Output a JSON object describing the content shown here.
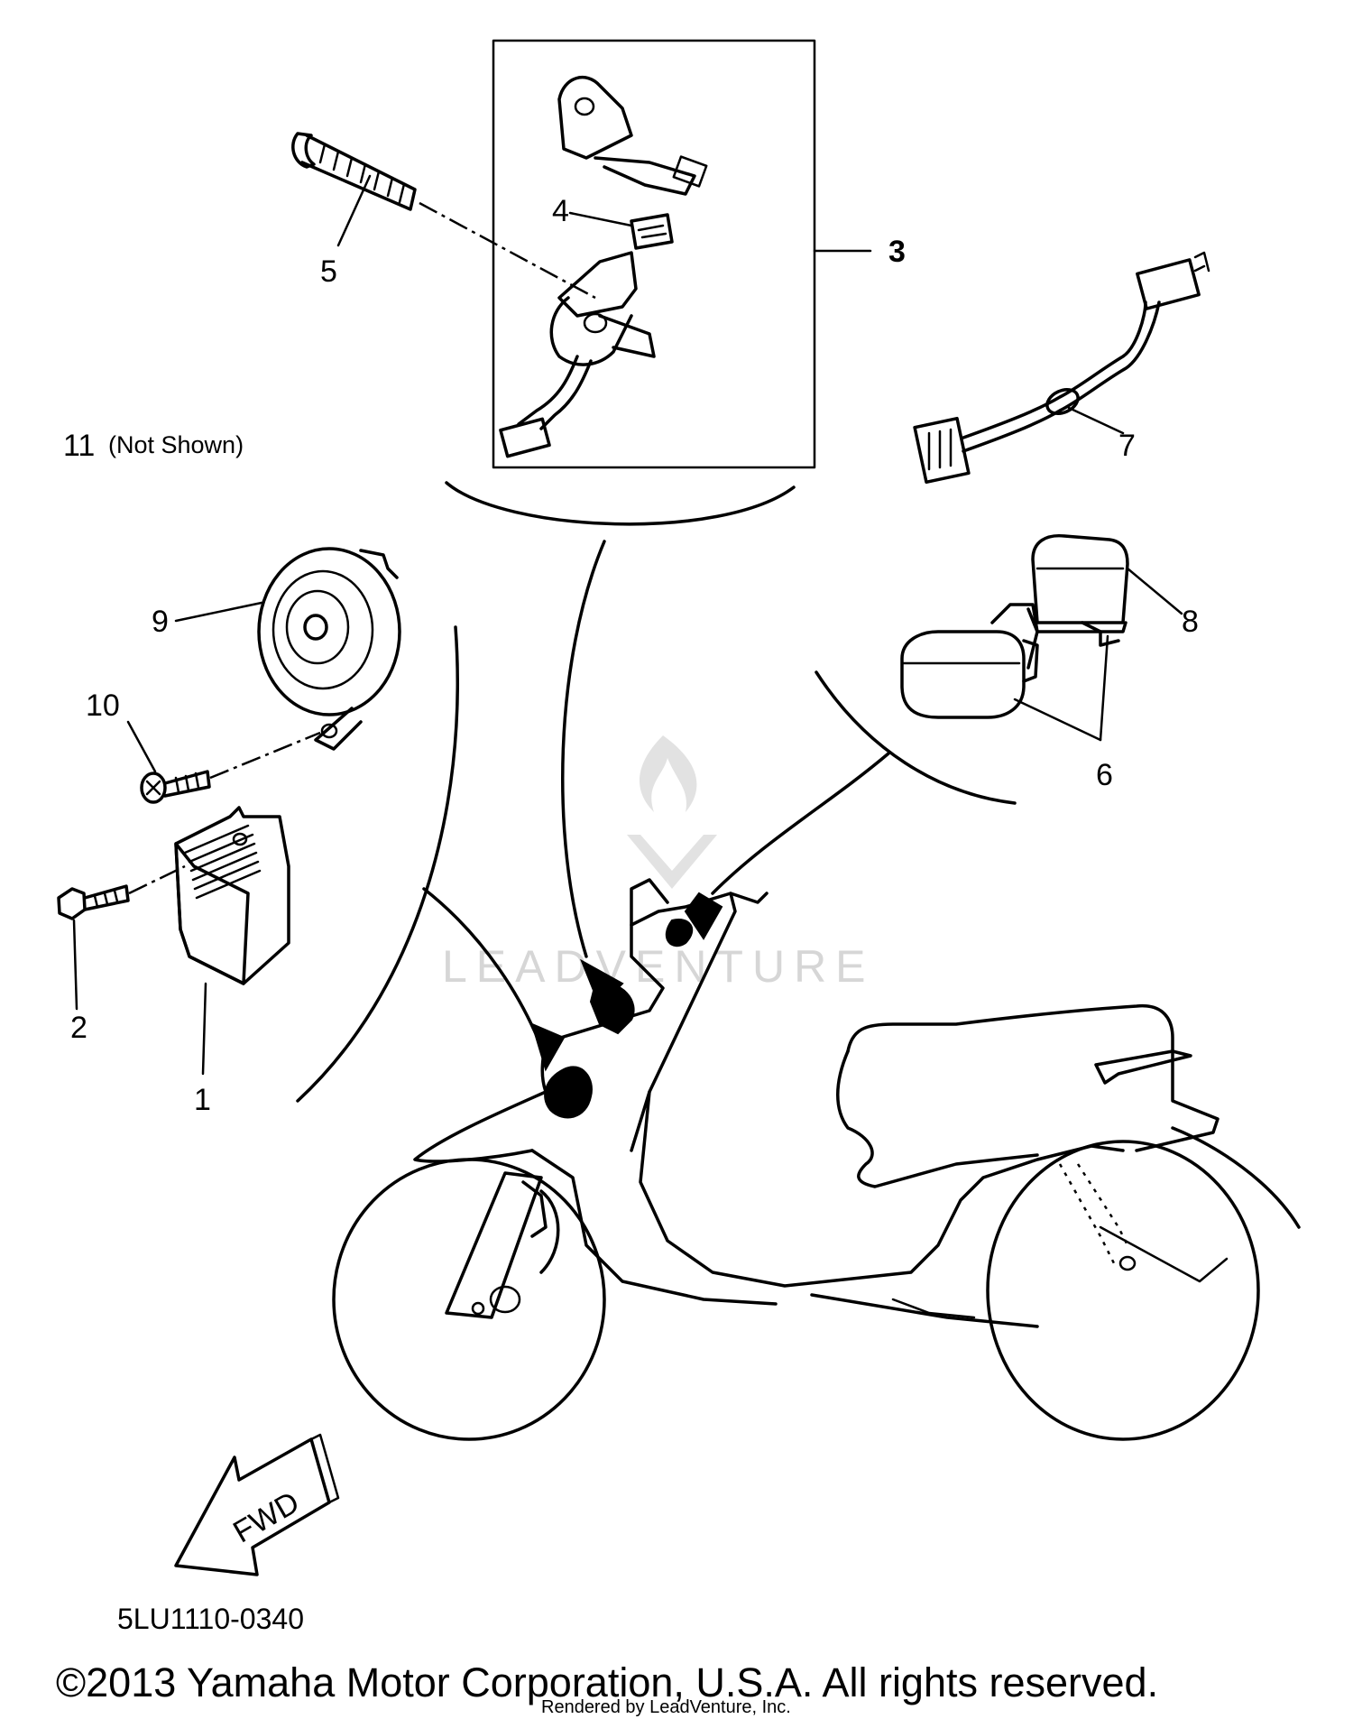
{
  "diagram": {
    "drawing_code": "5LU1110-0340",
    "copyright": "©2013 Yamaha Motor Corporation, U.S.A. All rights reserved.",
    "rendered_by": "Rendered by LeadVenture, Inc.",
    "watermark": "LEADVENTURE",
    "direction_arrow": "FWD",
    "parts": [
      {
        "number": "1"
      },
      {
        "number": "2"
      },
      {
        "number": "3"
      },
      {
        "number": "4"
      },
      {
        "number": "5"
      },
      {
        "number": "6"
      },
      {
        "number": "7"
      },
      {
        "number": "8"
      },
      {
        "number": "9"
      },
      {
        "number": "10"
      },
      {
        "number": "11",
        "note": "(Not Shown)"
      }
    ]
  }
}
